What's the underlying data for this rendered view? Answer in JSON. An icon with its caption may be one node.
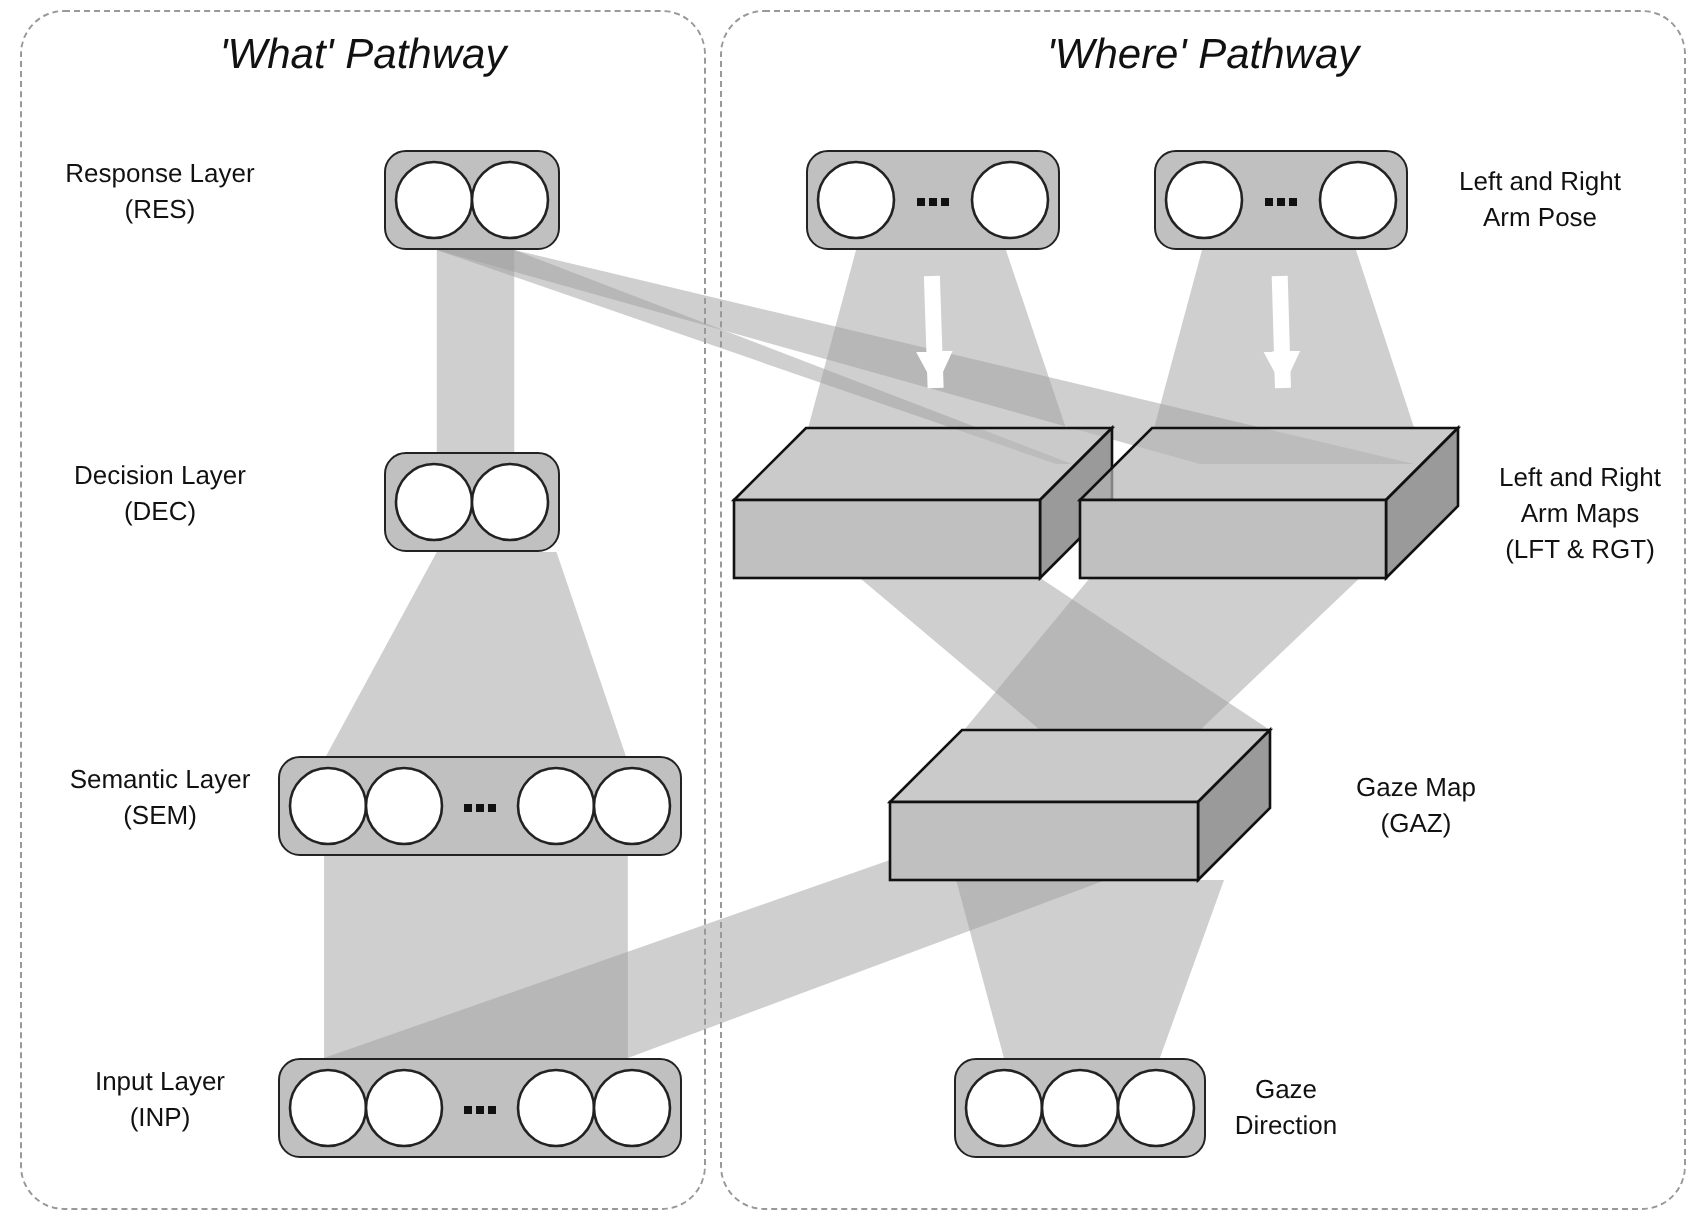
{
  "diagram": {
    "nodes": [
      {
        "text": [
          "'What' Pathway"
        ]
      },
      {
        "text": [
          "'Where' Pathway"
        ]
      },
      {
        "text": [],
        "shape": "box",
        "in": 0
      },
      {
        "text": [],
        "shape": "box",
        "in": 0
      },
      {
        "text": [],
        "shape": "box",
        "in": 0
      },
      {
        "text": [],
        "shape": "box",
        "in": 0
      },
      {
        "text": [],
        "shape": "box",
        "in": 1
      },
      {
        "text": [],
        "shape": "box",
        "in": 1,
        "beside": [
          "Left and Right Arm Pose"
        ]
      },
      {
        "text": [],
        "shape": "cuboid",
        "in": 1
      },
      {
        "text": [],
        "shape": "cuboid",
        "in": 1,
        "beside": [
          "Left and Right Arm Maps (LFT & RGT)"
        ]
      },
      {
        "text": [],
        "shape": "cuboid",
        "in": 1,
        "beside": [
          "Gaze Map (GAZ)"
        ]
      },
      {
        "text": [],
        "shape": "box",
        "in": 1,
        "beside": [
          "Gaze Direction"
        ]
      }
    ],
    "edges": [
      {
        "from": 5,
        "to": 4,
        "arrow": "none"
      },
      {
        "from": 4,
        "to": 3,
        "arrow": "none"
      },
      {
        "from": 3,
        "to": 2,
        "arrow": "none"
      },
      {
        "from": 2,
        "to": 8,
        "arrow": "none"
      },
      {
        "from": 2,
        "to": 9,
        "arrow": "none"
      },
      {
        "from": 6,
        "to": 8,
        "arrow": "to"
      },
      {
        "from": 7,
        "to": 9,
        "arrow": "to"
      },
      {
        "from": 8,
        "to": 10,
        "arrow": "none"
      },
      {
        "from": 9,
        "to": 10,
        "arrow": "none"
      },
      {
        "from": 10,
        "to": 11,
        "arrow": "none"
      },
      {
        "from": 5,
        "to": 10,
        "arrow": "none"
      }
    ],
    "labels": [
      "Response Layer (RES)",
      "Decision Layer (DEC)",
      "Semantic Layer (SEM)",
      "Input Layer (INP)"
    ]
  }
}
